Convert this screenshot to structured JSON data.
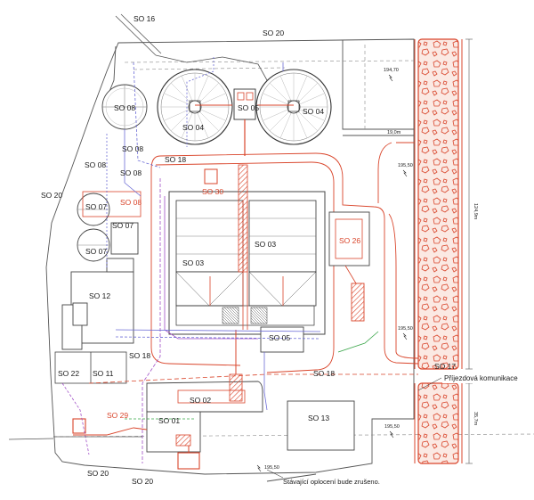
{
  "colors": {
    "structure": "#5a5a5a",
    "redline": "#d9452b",
    "pipe_blue": "#6b6bd6",
    "pipe_purple": "#a04fc7",
    "pipe_green": "#3aa64a",
    "hatch_red": "#e05a3a"
  },
  "labels": {
    "so16": "SO 16",
    "so20_top": "SO 20",
    "so08_top": "SO 08",
    "so04_left": "SO 04",
    "so04_right": "SO 04",
    "so05": "SO 05",
    "so08_a": "SO 08",
    "so08_b": "SO 08",
    "so08_c": "SO 08",
    "so18_top": "SO 18",
    "so20_left": "SO 20",
    "so30": "SO 30",
    "so07_a": "SO 07",
    "so07_b": "SO 07",
    "so07_c": "SO 07",
    "so03_left": "SO 03",
    "so03_right": "SO 03",
    "so26": "SO 26",
    "so12": "SO 12",
    "so05_mid": "SO 05",
    "so18_mid": "SO 18",
    "so22": "SO 22",
    "so11": "SO 11",
    "so18_right": "SO 18",
    "so17": "SO 17",
    "so02": "SO 02",
    "so13": "SO 13",
    "so29": "SO 29",
    "so01": "SO 01",
    "so20_bl": "SO 20",
    "so20_bottom": "SO 20"
  },
  "elevations": {
    "e1": "194,70",
    "e2": "195,50",
    "e3": "195,50",
    "e4": "195,50",
    "e5": "195,50"
  },
  "dimensions": {
    "d_19": "19,0m",
    "d_124": "124,9m",
    "d_357": "35,7m"
  },
  "annotations": {
    "road": "Příjezdová komunikace",
    "fence": "Stávající oplocení bude zrušeno."
  }
}
